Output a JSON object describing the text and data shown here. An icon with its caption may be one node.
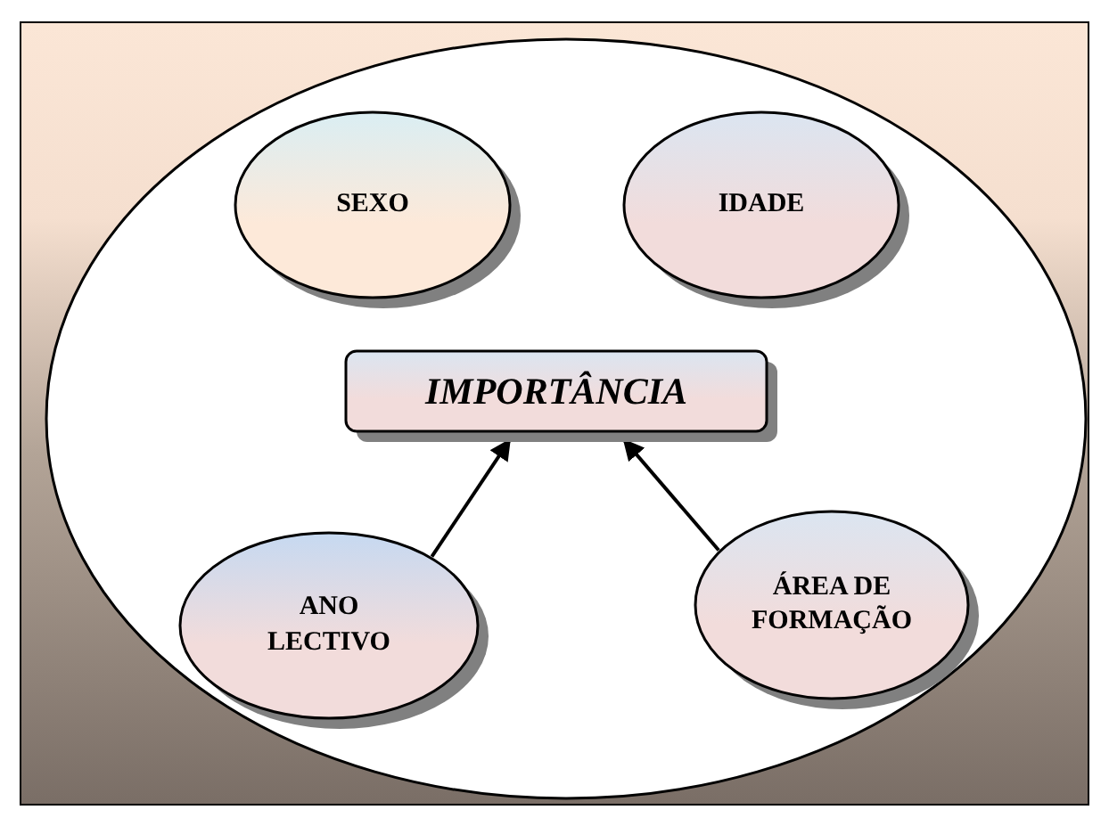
{
  "diagram": {
    "nodes": [
      {
        "text": [],
        "shape": "ellipse"
      },
      {
        "text": [
          "SEXO"
        ],
        "in": 0
      },
      {
        "text": [
          "IDADE"
        ],
        "in": 0
      },
      {
        "text": [
          "IMPORTÂNCIA"
        ],
        "in": 0
      },
      {
        "text": [
          "ANO LECTIVO"
        ],
        "in": 0
      },
      {
        "text": [
          "ÁREA DE FORMAÇÃO"
        ],
        "in": 0
      }
    ],
    "edges": [
      {
        "from": 4,
        "to": 3,
        "arrow": "to"
      },
      {
        "from": 5,
        "to": 3,
        "arrow": "to"
      }
    ]
  }
}
